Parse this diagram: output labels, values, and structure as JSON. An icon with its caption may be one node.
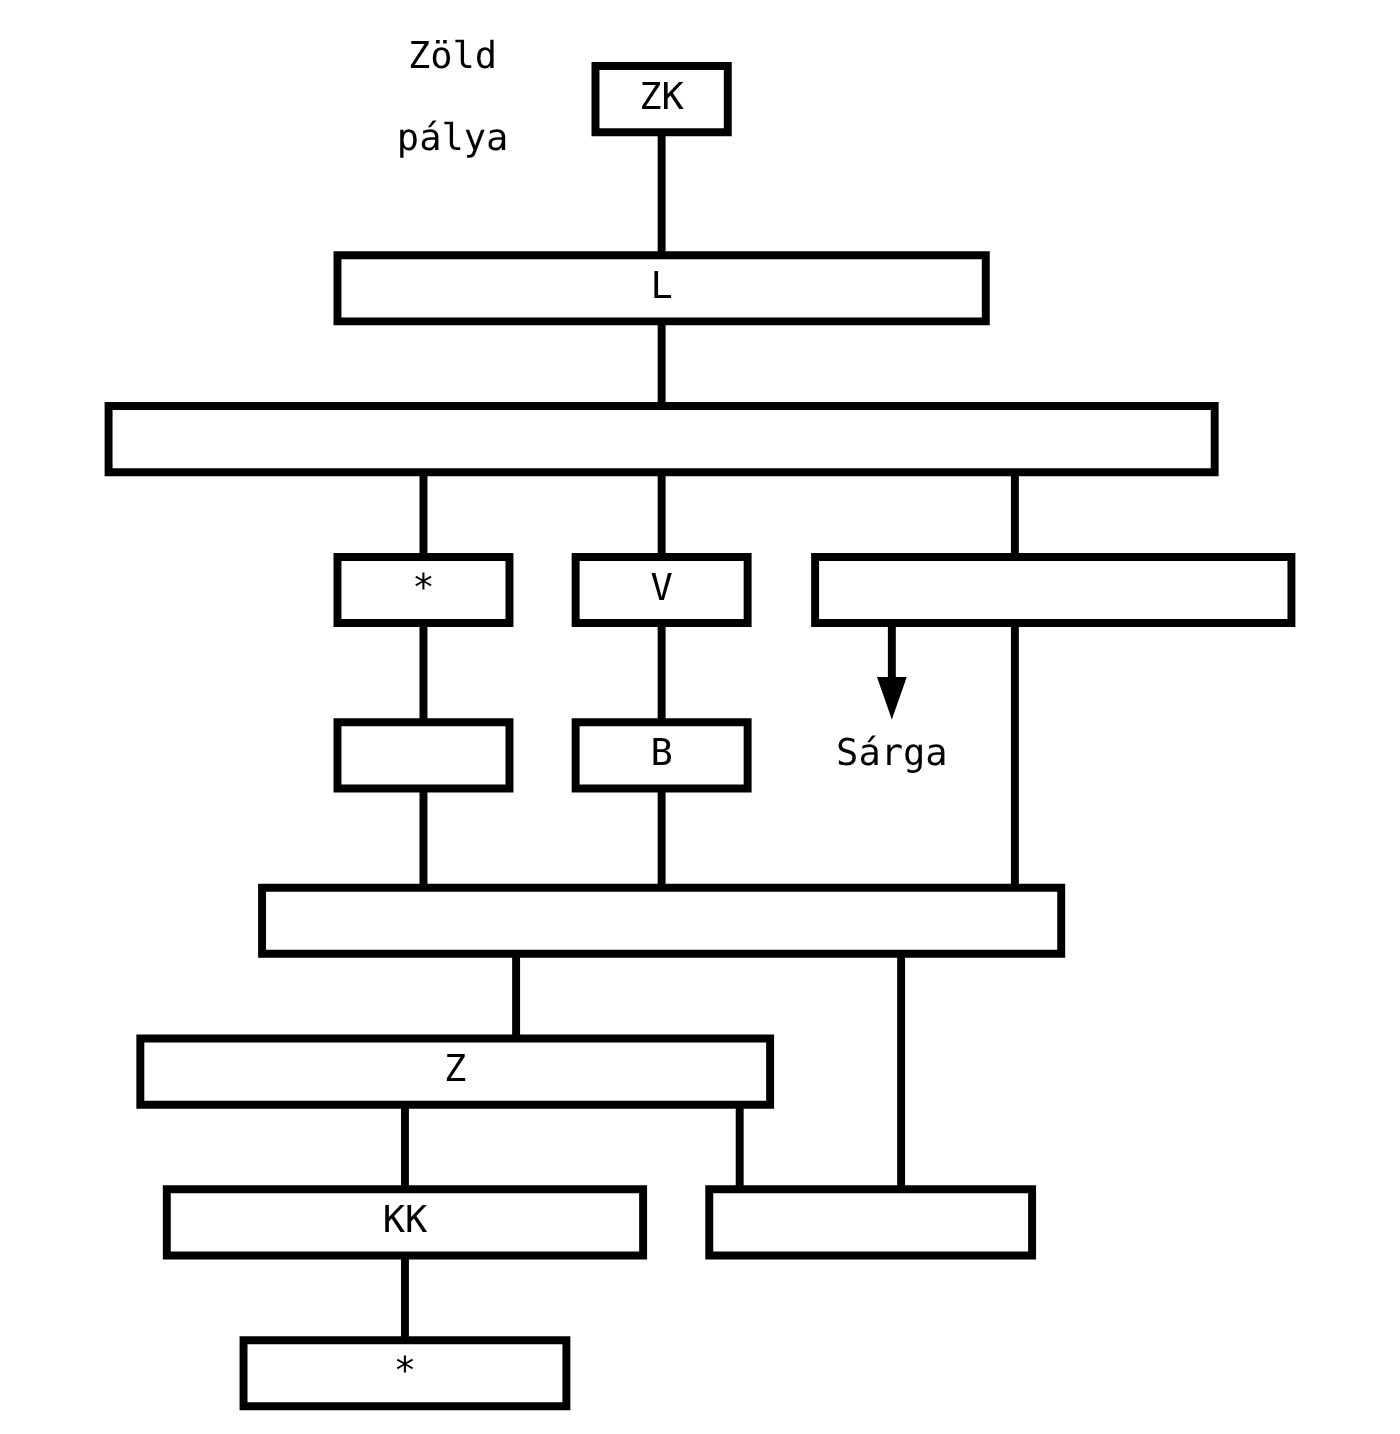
{
  "diagram": {
    "nodes": [
      {
        "text": [
          "ZK"
        ]
      },
      {
        "text": [
          "L"
        ]
      },
      {
        "text": [],
        "shape": "box"
      },
      {
        "text": [
          "*"
        ]
      },
      {
        "text": [
          "V"
        ]
      },
      {
        "text": [],
        "shape": "box"
      },
      {
        "text": [],
        "shape": "box"
      },
      {
        "text": [
          "B"
        ]
      },
      {
        "text": [
          "Sárga"
        ]
      },
      {
        "text": [],
        "shape": "box"
      },
      {
        "text": [
          "Z"
        ]
      },
      {
        "text": [
          "KK"
        ]
      },
      {
        "text": [],
        "shape": "box"
      },
      {
        "text": [
          "*"
        ]
      }
    ],
    "edges": [
      {
        "from": 0,
        "to": 1,
        "arrow": "none"
      },
      {
        "from": 1,
        "to": 2,
        "arrow": "none"
      },
      {
        "from": 2,
        "to": 3,
        "arrow": "none"
      },
      {
        "from": 2,
        "to": 4,
        "arrow": "none"
      },
      {
        "from": 2,
        "to": 5,
        "arrow": "none"
      },
      {
        "from": 3,
        "to": 6,
        "arrow": "none"
      },
      {
        "from": 4,
        "to": 7,
        "arrow": "none"
      },
      {
        "from": 5,
        "to": 8,
        "arrow": "to"
      },
      {
        "from": 5,
        "to": 9,
        "arrow": "none"
      },
      {
        "from": 6,
        "to": 9,
        "arrow": "none"
      },
      {
        "from": 7,
        "to": 9,
        "arrow": "none"
      },
      {
        "from": 9,
        "to": 10,
        "arrow": "none"
      },
      {
        "from": 9,
        "to": 12,
        "arrow": "none"
      },
      {
        "from": 10,
        "to": 11,
        "arrow": "none"
      },
      {
        "from": 10,
        "to": 12,
        "arrow": "none"
      },
      {
        "from": 11,
        "to": 13,
        "arrow": "none"
      }
    ],
    "labels": [
      "Zöld pálya"
    ]
  }
}
